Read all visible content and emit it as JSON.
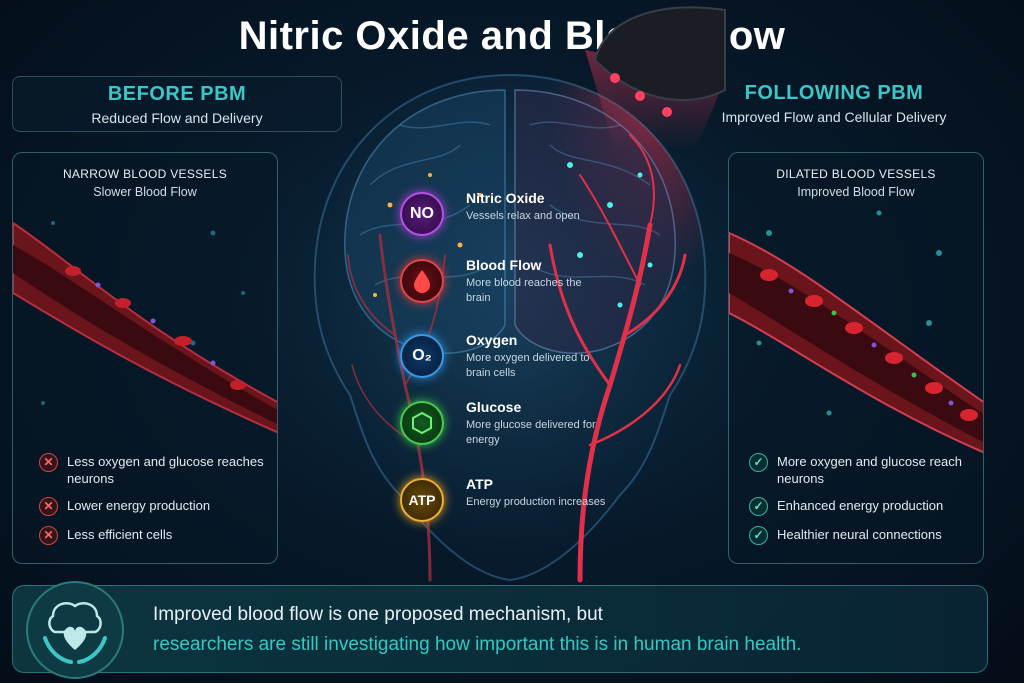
{
  "title": "Nitric Oxide and Blood Flow",
  "before": {
    "heading": "BEFORE PBM",
    "subheading": "Reduced Flow and Delivery",
    "panel_title": "NARROW BLOOD VESSELS",
    "panel_subtitle": "Slower Blood Flow",
    "items": [
      "Less oxygen and glucose reaches neurons",
      "Lower energy production",
      "Less efficient cells"
    ]
  },
  "after": {
    "heading": "FOLLOWING PBM",
    "subheading": "Improved Flow and Cellular Delivery",
    "panel_title": "DILATED BLOOD VESSELS",
    "panel_subtitle": "Improved Blood Flow",
    "items": [
      "More oxygen and glucose reach neurons",
      "Enhanced energy production",
      "Healthier neural connections"
    ]
  },
  "factors": [
    {
      "symbol": "NO",
      "name": "Nitric Oxide",
      "desc": "Vessels relax and open",
      "color": "#a63fd6"
    },
    {
      "symbol": "",
      "name": "Blood Flow",
      "desc": "More blood reaches the brain",
      "color": "#d83a3a"
    },
    {
      "symbol": "O₂",
      "name": "Oxygen",
      "desc": "More oxygen delivered to brain cells",
      "color": "#2f8fe0"
    },
    {
      "symbol": "",
      "name": "Glucose",
      "desc": "More glucose delivered for energy",
      "color": "#3bbf4a"
    },
    {
      "symbol": "ATP",
      "name": "ATP",
      "desc": "Energy production increases",
      "color": "#e0a020"
    }
  ],
  "banner": {
    "line1": "Improved blood flow is one proposed mechanism, but",
    "line2": "researchers are still investigating how important this is in human brain health."
  },
  "icons": {
    "before_item": "x-circle-icon",
    "after_item": "check-circle-icon",
    "blood_flow": "blood-drop-icon",
    "glucose": "hexagon-molecule-icon",
    "banner": "brain-heart-hands-icon"
  },
  "colors": {
    "accent_teal": "#35c9c3",
    "negative_red": "#d9433b",
    "positive_green": "#2fb79a"
  }
}
